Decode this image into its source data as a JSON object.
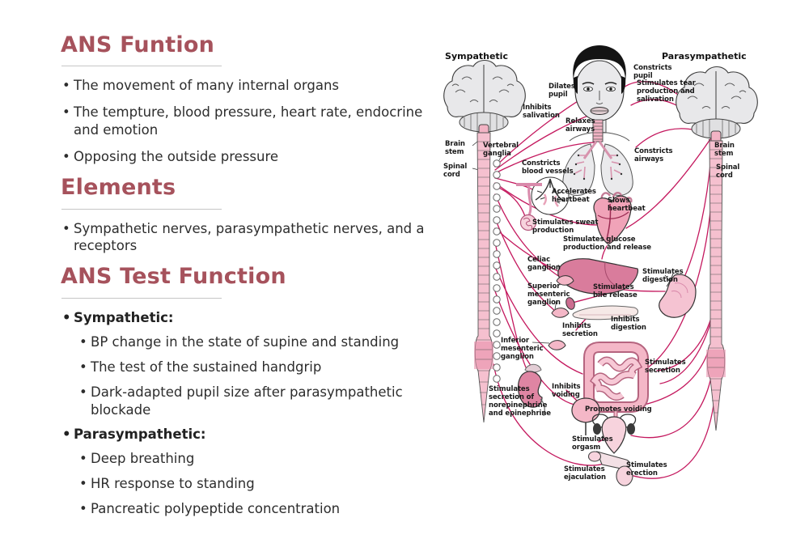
{
  "notes": {
    "section1": {
      "heading": "ANS Funtion",
      "bullets": [
        "The movement of many internal organs",
        "The tempture, blood pressure, heart rate, endocrine and emotion",
        "Opposing the outside pressure"
      ]
    },
    "section2": {
      "heading": "Elements",
      "bullets": [
        "Sympathetic nerves, parasympathetic nerves, and a receptors"
      ]
    },
    "section3": {
      "heading": "ANS Test Function",
      "groups": [
        {
          "label": "Sympathetic:",
          "items": [
            "BP change in the state of supine and standing",
            "The test of the sustained handgrip",
            "Dark-adapted pupil size after parasympathetic blockade"
          ]
        },
        {
          "label": "Parasympathetic:",
          "items": [
            "Deep breathing",
            "HR response to standing",
            "Pancreatic polypeptide concentration"
          ]
        }
      ]
    }
  },
  "diagram": {
    "division_left": "Sympathetic",
    "division_right": "Parasympathetic",
    "labels": {
      "dilates_pupil": "Dilates pupil",
      "constricts_pupil": "Constricts pupil",
      "stimulates_tear": "Stimulates tear production and salivation",
      "inhibits_salivation": "Inhibits salivation",
      "relaxes_airways": "Relaxes airways",
      "constricts_airways": "Constricts airways",
      "brain_stem_left": "Brain stem",
      "vertebral_ganglia": "Vertebral ganglia",
      "spinal_cord_left": "Spinal cord",
      "brain_stem_right": "Brain stem",
      "spinal_cord_right": "Spinal cord",
      "constricts_blood_vessels": "Constricts blood vessels",
      "accelerates_heartbeat": "Accelerates heartbeat",
      "slows_heartbeat": "Slows heartbeat",
      "stimulates_sweat": "Stimulates sweat production",
      "stimulates_glucose": "Stimulates glucose production and release",
      "celiac_ganglion": "Celiac ganglion",
      "stimulates_digestion": "Stimulates digestion",
      "superior_mesenteric": "Superior mesenteric ganglion",
      "stimulates_bile": "Stimulates bile release",
      "inhibits_digestion": "Inhibits digestion",
      "inhibits_secretion": "Inhibits secretion",
      "inferior_mesenteric": "Inferior mesenteric ganglion",
      "stimulates_secretion": "Stimulates secretion",
      "stimulates_norepinephrine": "Stimulates secretion of norepinephrine and epinephrine",
      "inhibits_voiding": "Inhibits voiding",
      "promotes_voiding": "Promotes voiding",
      "stimulates_orgasm": "Stimulates orgasm",
      "stimulates_ejaculation": "Stimulates ejaculation",
      "stimulates_erection": "Stimulates erection"
    }
  },
  "colors": {
    "heading": "#a6525c",
    "nerve_line": "#c4185e",
    "organ_pink": "#f2aec2",
    "gray_tissue": "#e8e8ea"
  }
}
